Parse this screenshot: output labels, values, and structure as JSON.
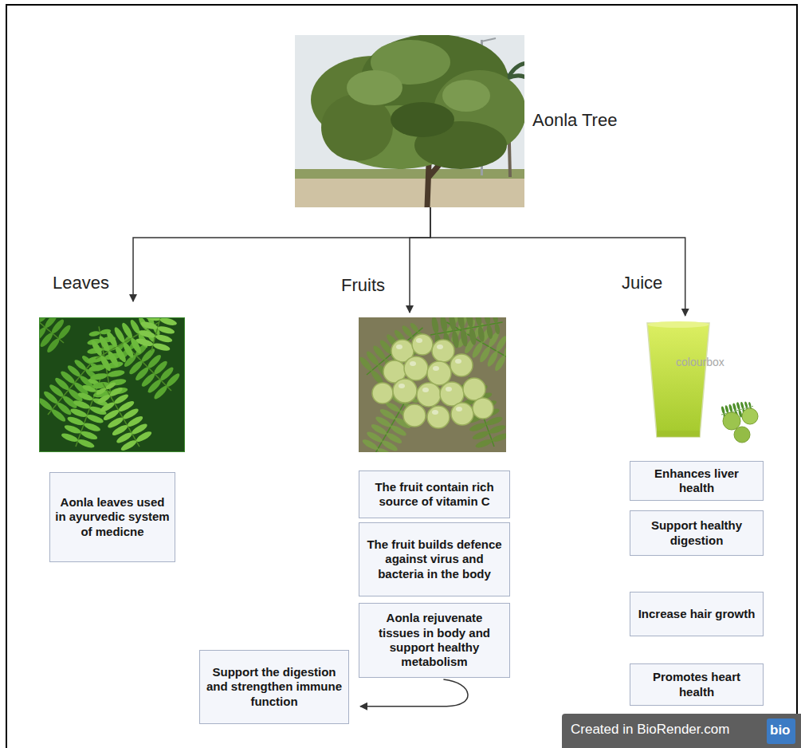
{
  "diagram": {
    "nodes": [
      {
        "text": [
          "Aonla Tree"
        ]
      },
      {
        "text": [
          "Leaves"
        ]
      },
      {
        "text": [
          "Fruits"
        ]
      },
      {
        "text": [
          "Juice"
        ]
      },
      {
        "text": [
          "Aonla leaves used in ayurvedic system of medicne"
        ]
      },
      {
        "text": [
          "The fruit contain rich source of vitamin C"
        ]
      },
      {
        "text": [
          "The fruit builds defence against virus and bacteria in the body"
        ]
      },
      {
        "text": [
          "Aonla rejuvenate tissues in body and support healthy metabolism"
        ]
      },
      {
        "text": [
          "Support the digestion and strengthen immune function"
        ]
      },
      {
        "text": [
          "Enhances liver health"
        ]
      },
      {
        "text": [
          "Support healthy digestion"
        ]
      },
      {
        "text": [
          "Increase hair growth"
        ]
      },
      {
        "text": [
          "Promotes heart health"
        ]
      }
    ],
    "edges": [
      {
        "from": 0,
        "to": 1,
        "arrow": "to"
      },
      {
        "from": 0,
        "to": 2,
        "arrow": "to"
      },
      {
        "from": 0,
        "to": 3,
        "arrow": "to"
      },
      {
        "from": 7,
        "to": 8,
        "arrow": "to"
      }
    ],
    "labels": [
      "colourbox",
      "Created in BioRender.com",
      "bio"
    ]
  }
}
